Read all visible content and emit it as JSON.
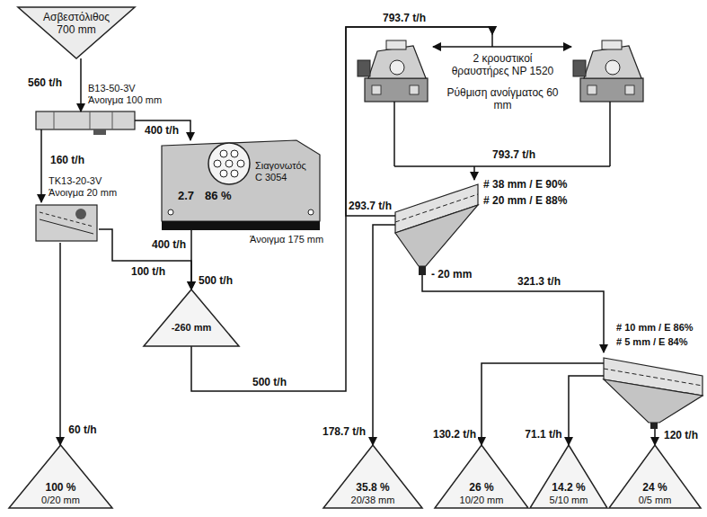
{
  "diagram": {
    "nodes": [
      {
        "text": [
          "Ασβεστόλιθος 700 mm"
        ]
      },
      {
        "text": [
          "B13-50-3V Άνοιγμα 100 mm"
        ]
      },
      {
        "text": [
          "TK13-20-3V Άνοιγμα 20 mm"
        ]
      },
      {
        "text": [
          "2.7",
          "86 %",
          "Σιαγονωτός C 3054",
          "Άνοιγμα 175 mm"
        ]
      },
      {
        "text": [
          "-260 mm"
        ]
      },
      {
        "text": [
          "100 %",
          "0/20 mm"
        ]
      },
      {
        "text": [
          "2 κρουστικοί θραυστήρες NP 1520",
          "Ρύθμιση ανοίγματος 60 mm"
        ]
      },
      {
        "text": [
          "# 38 mm / E 90%",
          "# 20 mm / E 88%",
          "- 20 mm"
        ]
      },
      {
        "text": [
          "# 10 mm / E 86%",
          "# 5 mm / E 84%"
        ]
      },
      {
        "text": [
          "35.8 %",
          "20/38 mm"
        ]
      },
      {
        "text": [
          "26 %",
          "10/20 mm"
        ]
      },
      {
        "text": [
          "14.2 %",
          "5/10 mm"
        ]
      },
      {
        "text": [
          "24 %",
          "0/5 mm"
        ]
      }
    ],
    "edges": [
      {
        "from": 0,
        "to": 1,
        "label": "560 t/h",
        "arrow": "to"
      },
      {
        "from": 1,
        "to": 2,
        "label": "160 t/h",
        "arrow": "to"
      },
      {
        "from": 1,
        "to": 3,
        "label": "400 t/h",
        "arrow": "to"
      },
      {
        "from": 2,
        "to": 4,
        "label": "100 t/h",
        "arrow": "to"
      },
      {
        "from": 2,
        "to": 5,
        "label": "60 t/h",
        "arrow": "to"
      },
      {
        "from": 3,
        "to": 4,
        "label": "400 t/h",
        "arrow": "to"
      },
      {
        "from": 4,
        "to": 6,
        "label": "500 t/h",
        "arrow": "to"
      },
      {
        "from": 6,
        "to": 7,
        "label": "793.7 t/h",
        "arrow": "to"
      },
      {
        "from": 7,
        "to": 6,
        "label": "293.7 t/h",
        "arrow": "to"
      },
      {
        "from": 7,
        "to": 9,
        "label": "178.7 t/h",
        "arrow": "to"
      },
      {
        "from": 7,
        "to": 8,
        "label": "321.3 t/h",
        "arrow": "to"
      },
      {
        "from": 8,
        "to": 10,
        "label": "130.2 t/h",
        "arrow": "to"
      },
      {
        "from": 8,
        "to": 11,
        "label": "71.1 t/h",
        "arrow": "to"
      },
      {
        "from": 8,
        "to": 12,
        "label": "120 t/h",
        "arrow": "to"
      }
    ],
    "labels": [
      "793.7 t/h",
      "500 t/h"
    ]
  }
}
